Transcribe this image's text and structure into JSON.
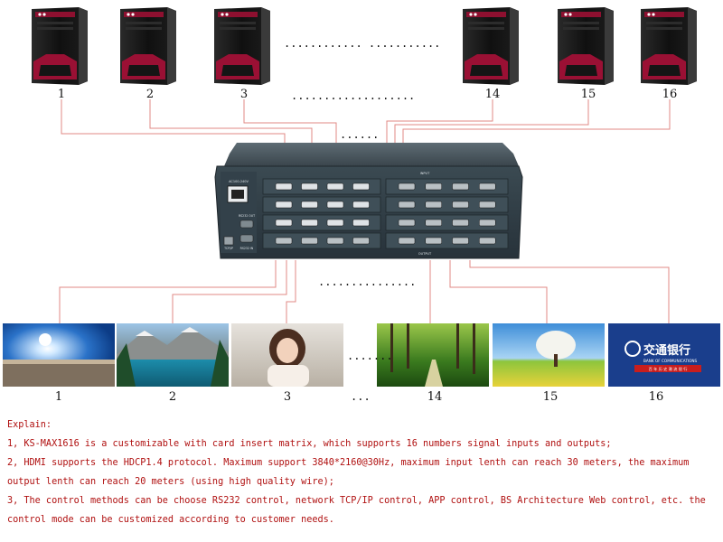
{
  "computers": {
    "labels": [
      "1",
      "2",
      "3",
      "14",
      "15",
      "16"
    ],
    "dots_top": "............ ...........",
    "dots_under": "...................",
    "dots_lines": "......"
  },
  "matrix": {
    "input_label": "INPUT",
    "output_label": "OUTPUT",
    "power_label": "AC100-240V",
    "port_labels": [
      "RS232 OUT",
      "RS232 IN",
      "TCP/IP"
    ]
  },
  "displays": {
    "labels": [
      "1",
      "2",
      "3",
      "14",
      "15",
      "16"
    ],
    "dots_lines": "...............",
    "dots_mid": ".......",
    "dots_under": "...",
    "bank_logo_cn": "交通银行",
    "bank_logo_en": "BANK OF COMMUNICATIONS",
    "bank_slogan": "百 年 历 史 潮 流 银 行"
  },
  "colors": {
    "line": "#e08a84",
    "text_red": "#b01010"
  },
  "explain": {
    "heading": "Explain:",
    "lines": [
      "1, KS-MAX1616 is a customizable with card insert matrix, which supports 16 numbers signal inputs and outputs;",
      "2, HDMI supports the HDCP1.4 protocol. Maximum support 3840*2160@30Hz, maximum input lenth can reach 30 meters, the maximum output lenth can reach 20 meters (using high quality wire);",
      "3, The control methods can be choose RS232 control, network TCP/IP control, APP control, BS Architecture Web control, etc. the control mode can be customized according to customer needs."
    ]
  }
}
